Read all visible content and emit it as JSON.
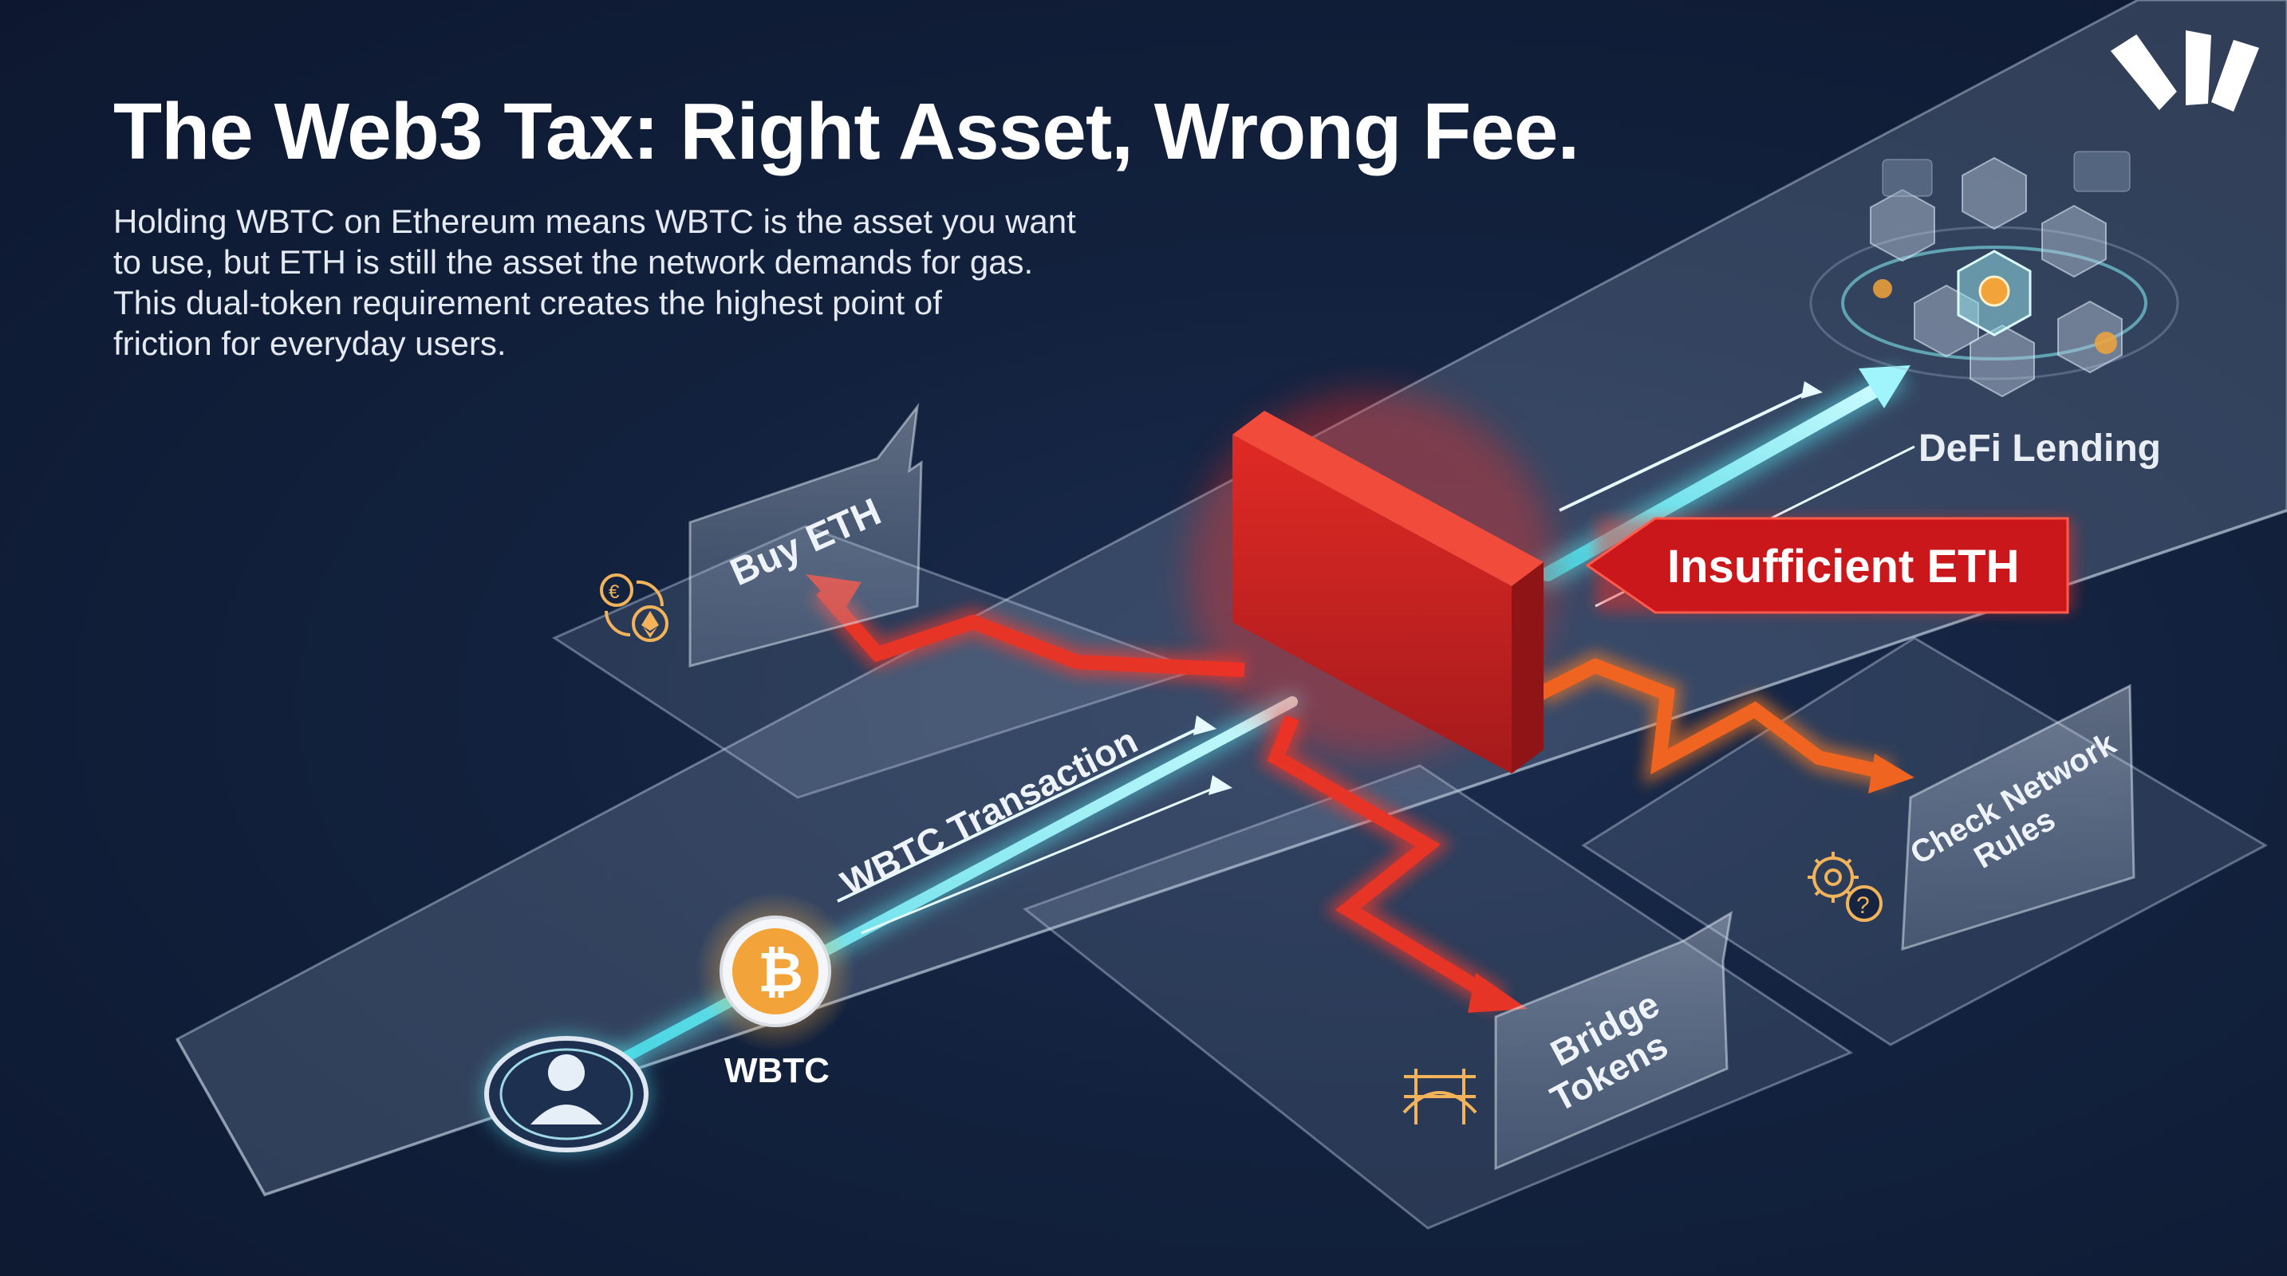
{
  "header": {
    "title": "The Web3 Tax: Right Asset, Wrong Fee.",
    "subtitle_lines": [
      "Holding WBTC on Ethereum means WBTC is the asset you want",
      "to use, but ETH is still the asset the network demands for gas.",
      "This dual-token requirement creates the highest point of",
      "friction for everyday users."
    ]
  },
  "diagram": {
    "main_flow_label": "WBTC Transaction",
    "token_label": "WBTC",
    "token_glyph": "₿",
    "destination_label": "DeFi Lending",
    "blocker_label": "Insufficient ETH",
    "detours": {
      "buy": "Buy ETH",
      "bridge_line1": "Bridge",
      "bridge_line2": "Tokens",
      "rules_line1": "Check Network",
      "rules_line2": "Rules"
    },
    "icons": {
      "user": "user-avatar-icon",
      "token": "bitcoin-coin-icon",
      "exchange": "currency-exchange-icon",
      "bridge": "bridge-icon",
      "settings": "gear-question-icon",
      "defi": "defi-cubes-icon",
      "logo": "brand-logo"
    },
    "colors": {
      "blocker": "#c42322",
      "detour": "#ea3a28",
      "flow": "#62e6f0",
      "token": "#f2a33a",
      "label_bg": "#c9171c"
    }
  }
}
